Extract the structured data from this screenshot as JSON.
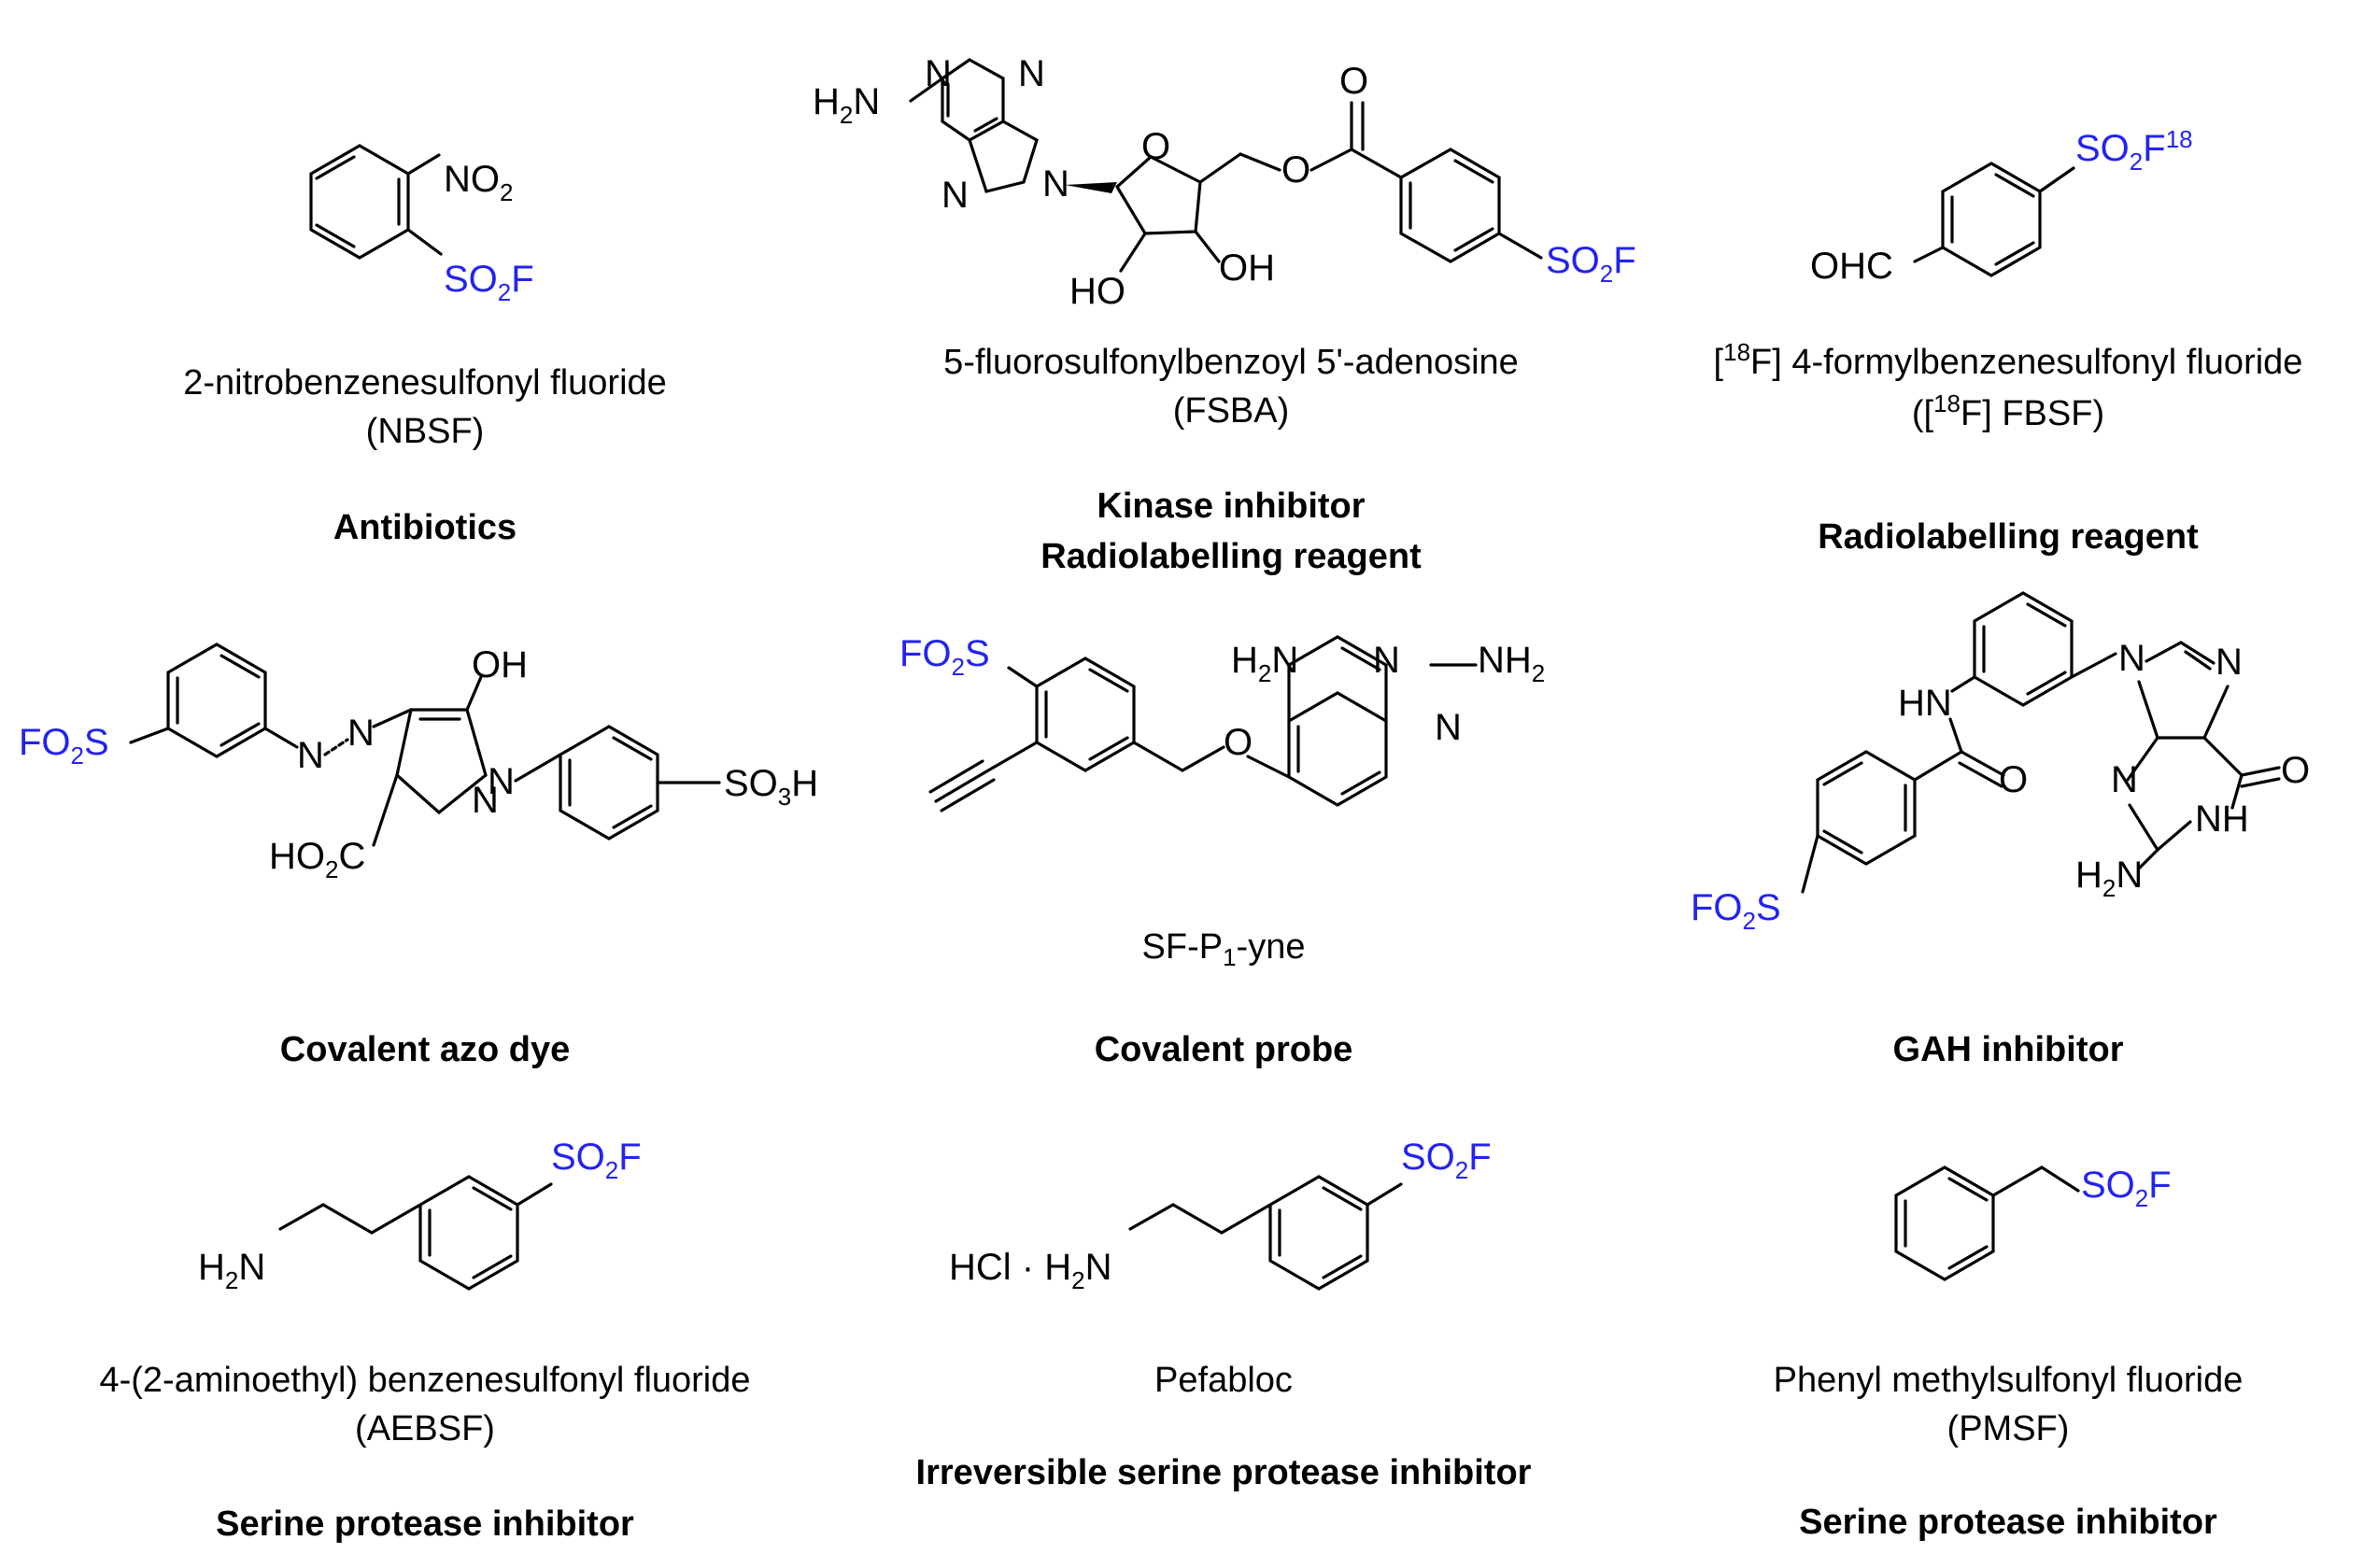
{
  "compounds": [
    {
      "name": "2-nitrobenzenesulfonyl fluoride",
      "abbr": "(NBSF)",
      "role": "Antibiotics",
      "labels": {
        "no2": "NO",
        "no2_sub": "2",
        "sf_a": "SO",
        "sf_sub": "2",
        "sf_b": "F"
      }
    },
    {
      "name": "5-fluorosulfonylbenzoyl 5'-adenosine",
      "abbr": "(FSBA)",
      "role1": "Kinase inhibitor",
      "role2": "Radiolabelling reagent",
      "labels": {
        "h2n_a": "H",
        "h2n_sub": "2",
        "h2n_b": "N",
        "n": "N",
        "o": "O",
        "ho": "HO",
        "oh": "OH",
        "sf_a": "SO",
        "sf_sub": "2",
        "sf_b": "F"
      }
    },
    {
      "name_pre": "[",
      "name_sup": "18",
      "name_post": "F] 4-formylbenzenesulfonyl fluoride",
      "abbr_pre": "([",
      "abbr_sup": "18",
      "abbr_post": "F] FBSF)",
      "role": "Radiolabelling reagent",
      "labels": {
        "ohc": "OHC",
        "sf_a": "SO",
        "sf_sub": "2",
        "sf_b": "F",
        "sf_sup": "18"
      }
    },
    {
      "role": "Covalent azo dye",
      "labels": {
        "fo2s_a": "FO",
        "fo2s_sub": "2",
        "fo2s_b": "S",
        "n": "N",
        "oh": "OH",
        "ho2c_a": "HO",
        "ho2c_sub": "2",
        "ho2c_b": "C",
        "so3h_a": "SO",
        "so3h_sub": "3",
        "so3h_b": "H"
      }
    },
    {
      "name_pre": "SF-P",
      "name_sub": "1",
      "name_post": "-yne",
      "role": "Covalent probe",
      "labels": {
        "fo2s_a": "FO",
        "fo2s_sub": "2",
        "fo2s_b": "S",
        "h2n_a": "H",
        "h2n_sub": "2",
        "h2n_b": "N",
        "nh2_a": "NH",
        "nh2_sub": "2",
        "n": "N",
        "o": "O"
      }
    },
    {
      "role": "GAH inhibitor",
      "labels": {
        "hn": "HN",
        "n": "N",
        "o": "O",
        "nh": "NH",
        "h2n_a": "H",
        "h2n_sub": "2",
        "h2n_b": "N",
        "fo2s_a": "FO",
        "fo2s_sub": "2",
        "fo2s_b": "S"
      }
    },
    {
      "name": "4-(2-aminoethyl) benzenesulfonyl fluoride",
      "abbr": "(AEBSF)",
      "role": "Serine protease inhibitor",
      "labels": {
        "h2n_a": "H",
        "h2n_sub": "2",
        "h2n_b": "N",
        "sf_a": "SO",
        "sf_sub": "2",
        "sf_b": "F"
      }
    },
    {
      "name": "Pefabloc",
      "role": "Irreversible serine protease inhibitor",
      "labels": {
        "hcl": "HCl · H",
        "h2n_sub": "2",
        "h2n_b": "N",
        "sf_a": "SO",
        "sf_sub": "2",
        "sf_b": "F"
      }
    },
    {
      "name": "Phenyl methylsulfonyl fluoride",
      "abbr": "(PMSF)",
      "role": "Serine protease inhibitor",
      "labels": {
        "sf_a": "SO",
        "sf_sub": "2",
        "sf_b": "F"
      }
    }
  ],
  "colors": {
    "sulfonyl_fluoride": "#2323f0",
    "text": "#000000",
    "background": "#ffffff"
  }
}
